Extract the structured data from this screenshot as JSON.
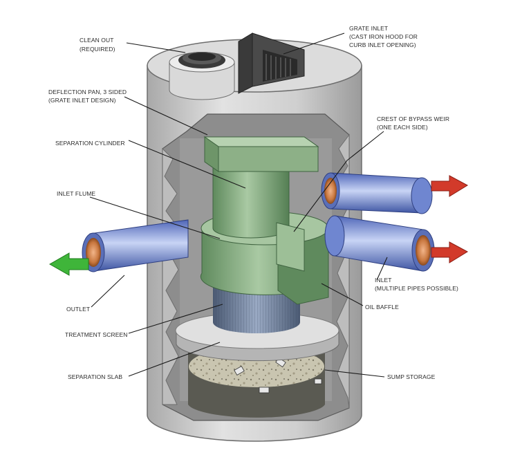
{
  "diagram": {
    "labels": {
      "clean_out": [
        "CLEAN OUT",
        "(REQUIRED)"
      ],
      "grate_inlet": [
        "GRATE INLET",
        "(CAST IRON HOOD FOR",
        "CURB INLET OPENING)"
      ],
      "deflection_pan": [
        "DEFLECTION PAN, 3 SIDED",
        "(GRATE INLET DESIGN)"
      ],
      "crest_of_bypass_weir": [
        "CREST OF BYPASS WEIR",
        "(ONE EACH SIDE)"
      ],
      "separation_cylinder": [
        "SEPARATION CYLINDER"
      ],
      "inlet_flume": [
        "INLET FLUME"
      ],
      "inlet": [
        "INLET",
        "(MULTIPLE PIPES POSSIBLE)"
      ],
      "outlet": [
        "OUTLET"
      ],
      "oil_baffle": [
        "OIL BAFFLE"
      ],
      "treatment_screen": [
        "TREATMENT SCREEN"
      ],
      "separation_slab": [
        "SEPARATION SLAB"
      ],
      "sump_storage": [
        "SUMP STORAGE"
      ]
    },
    "colors": {
      "concrete": "#cfcfcf",
      "concrete_dark": "#9a9a9a",
      "green_part": "#7fa27a",
      "pipe_blue": "#7c93d6",
      "pipe_copper": "#c8773f",
      "arrow_in": "#d23a2a",
      "arrow_out": "#3fb53a",
      "screen": "#6d7f9a"
    }
  }
}
